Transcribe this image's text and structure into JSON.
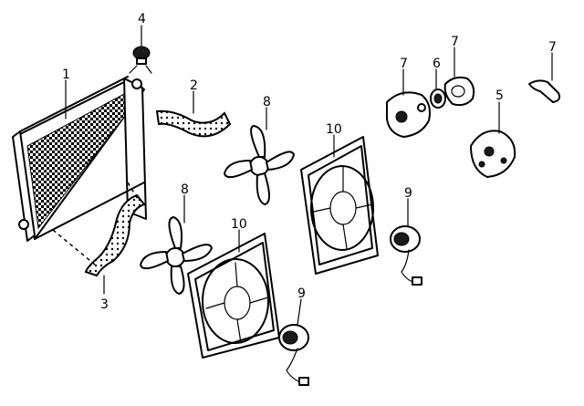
{
  "callouts": {
    "c1": "1",
    "c2": "2",
    "c3": "3",
    "c4": "4",
    "c5": "5",
    "c6": "6",
    "c7a": "7",
    "c7b": "7",
    "c7c": "7",
    "c8a": "8",
    "c8b": "8",
    "c9a": "9",
    "c9b": "9",
    "c10a": "10",
    "c10b": "10"
  }
}
